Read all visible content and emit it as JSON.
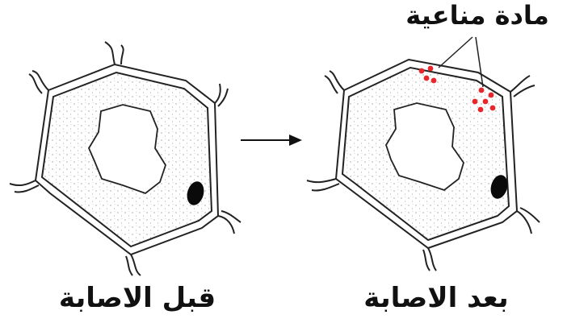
{
  "labels": {
    "before": "قبل الاصابة",
    "after": "بعد الاصابة",
    "substance": "مادة مناعية"
  },
  "colors": {
    "outline": "#222222",
    "nucleus": "#0a0a0a",
    "immune_dots": "#e8262b",
    "stipple": "#777777"
  }
}
